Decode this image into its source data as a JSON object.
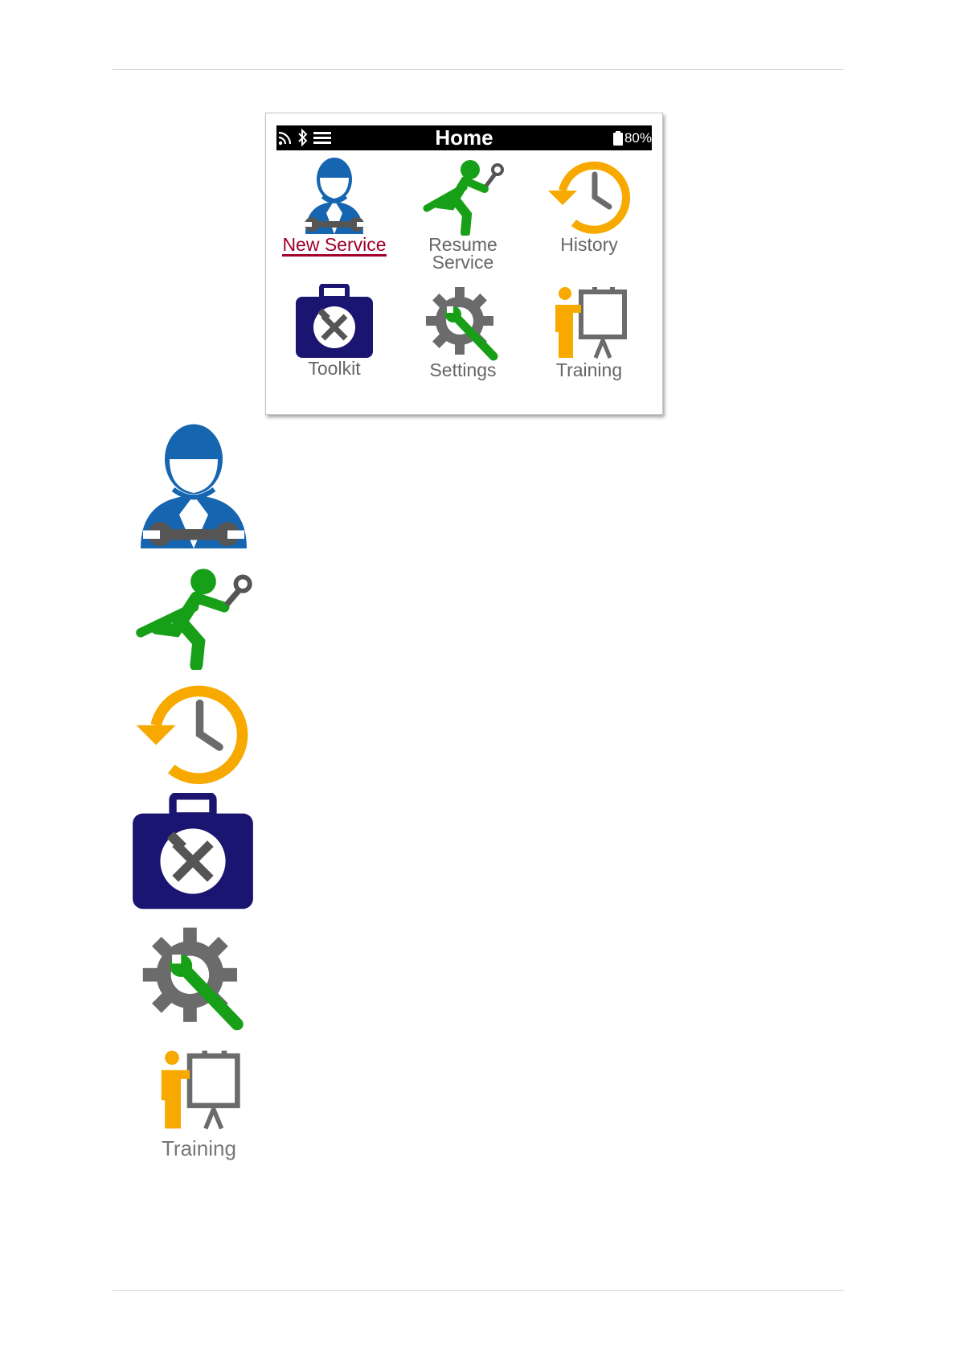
{
  "statusbar": {
    "title": "Home",
    "battery": "80%"
  },
  "menu": [
    {
      "label": "New Service",
      "selected": true
    },
    {
      "label": "Resume",
      "sublabel": "Service"
    },
    {
      "label": "History"
    },
    {
      "label": "Toolkit"
    },
    {
      "label": "Settings"
    },
    {
      "label": "Training"
    }
  ],
  "side": {
    "training_label": "Training"
  },
  "colors": {
    "blue": "#1565b0",
    "green": "#17a017",
    "orange": "#f7a900",
    "navy": "#1a1570",
    "gray": "#6b6b6b",
    "selected": "#a0002a"
  }
}
